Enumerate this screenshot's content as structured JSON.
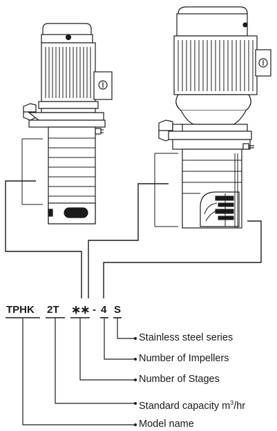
{
  "model_code": {
    "part1": "TPHK",
    "part2": "2T",
    "part3": "∗∗",
    "separator": "-",
    "part4": "4",
    "part5": "S"
  },
  "legend": {
    "stainless": "Stainless steel series",
    "impellers": "Number of Impellers",
    "stages": "Number of Stages",
    "capacity_text": "Standard capacity m",
    "capacity_sup": "3",
    "capacity_unit": "/hr",
    "model": "Model name"
  },
  "colors": {
    "line": "#1a1a1a",
    "background": "#ffffff"
  }
}
